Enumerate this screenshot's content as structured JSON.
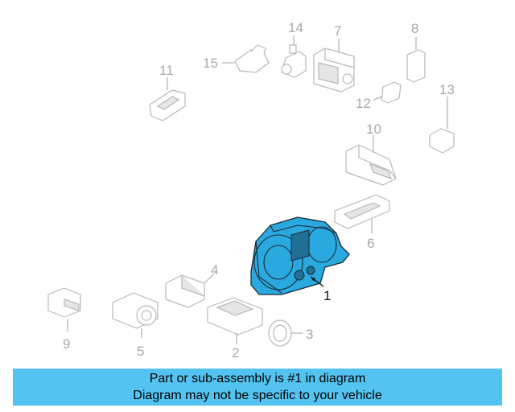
{
  "callouts": {
    "c1": "1",
    "c2": "2",
    "c3": "3",
    "c4": "4",
    "c5": "5",
    "c6": "6",
    "c7": "7",
    "c8": "8",
    "c9": "9",
    "c10": "10",
    "c11": "11",
    "c12": "12",
    "c13": "13",
    "c14": "14",
    "c15": "15"
  },
  "banner": {
    "line1": "Part or sub-assembly is #1 in diagram",
    "line2": "Diagram may not be specific to your vehicle"
  },
  "colors": {
    "highlight_part": "#2aa8e0",
    "banner_background": "#54c3f1",
    "callout_gray": "#a8a8a8"
  }
}
